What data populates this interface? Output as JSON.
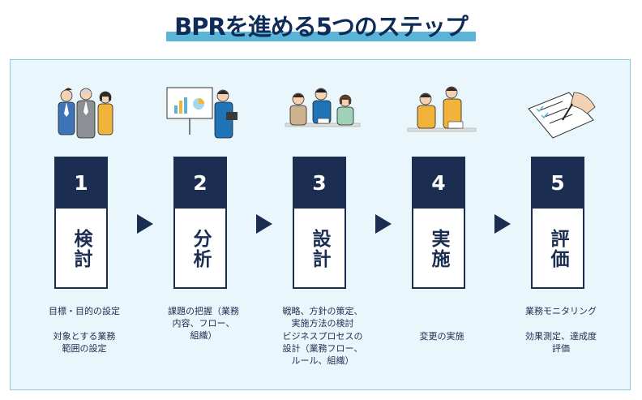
{
  "title": "BPRを進める5つのステップ",
  "colors": {
    "navy": "#1b2e52",
    "accent": "#5ab4d8",
    "panel": "#e9f6fb"
  },
  "steps": [
    {
      "num": "1",
      "label": "検討",
      "desc": [
        "目標・目的の設定",
        "対象とする業務\n範囲の設定"
      ],
      "icon": "team-meeting-illustration"
    },
    {
      "num": "2",
      "label": "分析",
      "desc": [
        "課題の把握（業務\n内容、フロー、\n組織）"
      ],
      "icon": "presentation-illustration"
    },
    {
      "num": "3",
      "label": "設計",
      "desc": [
        "戦略、方針の策定、\n実施方法の検討",
        "ビジネスプロセスの\n設計（業務フロー、\nルール、組織）"
      ],
      "icon": "discussion-illustration"
    },
    {
      "num": "4",
      "label": "実施",
      "desc": [
        "変更の実施"
      ],
      "icon": "working-together-illustration"
    },
    {
      "num": "5",
      "label": "評価",
      "desc": [
        "業務モニタリング",
        "効果測定、達成度\n評価"
      ],
      "icon": "checklist-writing-illustration"
    }
  ]
}
